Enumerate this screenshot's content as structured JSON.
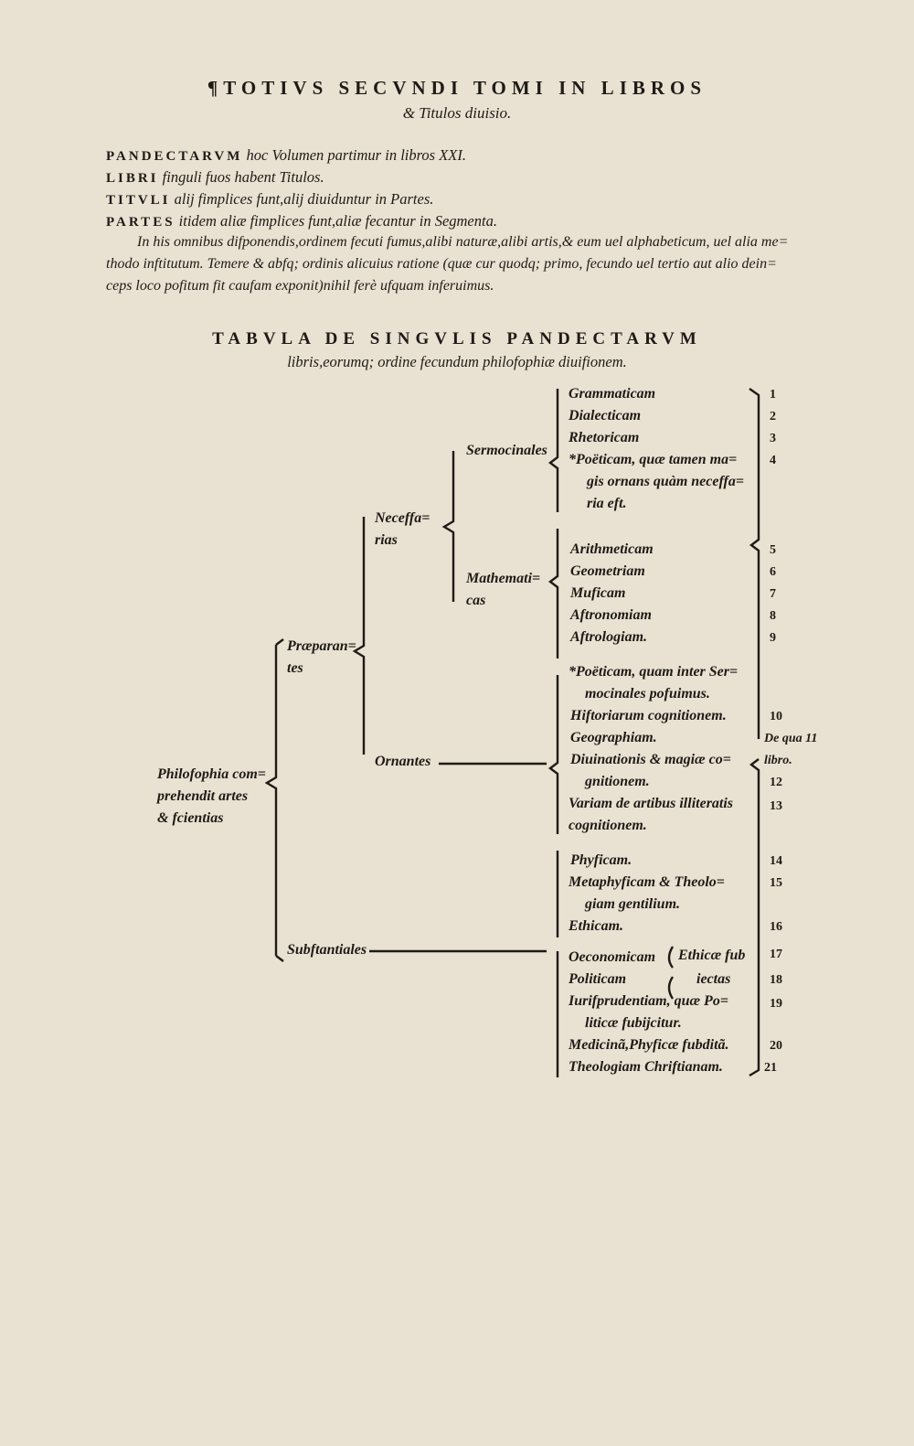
{
  "header": {
    "title": "¶TOTIVS SECVNDI TOMI IN LIBROS",
    "subtitle": "& Titulos diuisio."
  },
  "intro": {
    "l1_caps": "PANDECTARVM",
    "l1_rest": "hoc Volumen partimur in libros XXI.",
    "l2_caps": "LIBRI",
    "l2_rest": "finguli fuos habent Titulos.",
    "l3_caps": "TITVLI",
    "l3_rest": "alij fimplices funt,alij diuiduntur in Partes.",
    "l4_caps": "PARTES",
    "l4_rest": "itidem aliæ fimplices funt,aliæ fecantur in Segmenta.",
    "p1": "In his omnibus difponendis,ordinem fecuti fumus,alibi naturæ,alibi artis,& eum uel alphabeticum, uel alia me=",
    "p2": "thodo inftitutum. Temere & abfq; ordinis alicuius ratione (quæ cur quodq; primo, fecundo uel tertio aut alio dein=",
    "p3": "ceps loco pofitum fit caufam exponit)nihil ferè ufquam inferuimus."
  },
  "table": {
    "title": "TABVLA DE SINGVLIS PANDECTARVM",
    "subtitle": "libris,eorumq; ordine fecundum philofophiæ diuifionem."
  },
  "tree": {
    "root": [
      "Philofophia com=",
      "prehendit artes",
      "& fcientias"
    ],
    "praeparantes": [
      "Præparan=",
      "tes"
    ],
    "substantiales": "Subftantiales",
    "necessarias": [
      "Neceffa=",
      "rias"
    ],
    "ornantes": "Ornantes",
    "sermocinales": "Sermocinales",
    "mathematicas": [
      "Mathemati=",
      "cas"
    ],
    "items": {
      "grammaticam": "Grammaticam",
      "dialecticam": "Dialecticam",
      "rhetoricam": "Rhetoricam",
      "poeticam1": [
        "*Poëticam, quæ tamen ma=",
        "gis ornans quàm neceffa=",
        "ria eft."
      ],
      "arithmeticam": "Arithmeticam",
      "geometriam": "Geometriam",
      "musicam": "Muficam",
      "astronomiam": "Aftronomiam",
      "astrologiam": "Aftrologiam.",
      "poeticam2": [
        "*Poëticam, quam inter Ser=",
        "mocinales pofuimus."
      ],
      "historiarum": "Hiftoriarum cognitionem.",
      "geographiam": "Geographiam.",
      "diuinationis": [
        "Diuinationis & magiæ co=",
        "gnitionem."
      ],
      "variam": [
        "Variam de artibus illiteratis",
        "cognitionem."
      ],
      "physicam": "Phyficam.",
      "metaphysicam": [
        "Metaphyficam & Theolo=",
        "giam gentilium."
      ],
      "ethicam": "Ethicam.",
      "oeconomicam": "Oeconomicam",
      "ethicae_sub": [
        "Ethicæ fub",
        "iectas"
      ],
      "politicam": "Politicam",
      "iurisprudentiam": [
        "Iurifprudentiam, quæ Po=",
        "liticæ fubijcitur."
      ],
      "medicinam": "Medicinã,Phyficæ fubditã.",
      "theologiam": "Theologiam Chriftianam."
    },
    "numbers": {
      "n1": "1",
      "n2": "2",
      "n3": "3",
      "n4": "4",
      "n5": "5",
      "n6": "6",
      "n7": "7",
      "n8": "8",
      "n9": "9",
      "n10": "10",
      "n11a": "De qua 11",
      "n11b": "libro.",
      "n12": "12",
      "n13": "13",
      "n14": "14",
      "n15": "15",
      "n16": "16",
      "n17": "17",
      "n18": "18",
      "n19": "19",
      "n20": "20",
      "n21": "21"
    }
  }
}
